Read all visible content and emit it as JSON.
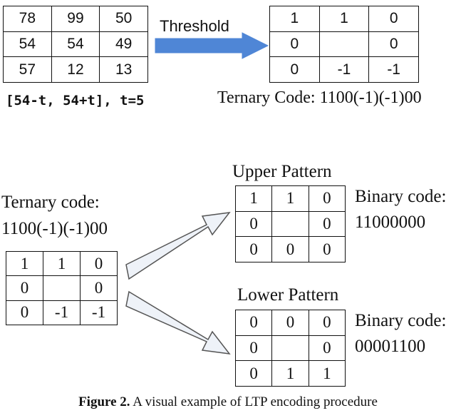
{
  "top": {
    "input_grid": [
      [
        "78",
        "99",
        "50"
      ],
      [
        "54",
        "54",
        "49"
      ],
      [
        "57",
        "12",
        "13"
      ]
    ],
    "threshold_label": "Threshold",
    "range_note": "[54-t, 54+t], t=5",
    "output_grid": [
      [
        "1",
        "1",
        "0"
      ],
      [
        "0",
        "",
        "0"
      ],
      [
        "0",
        "-1",
        "-1"
      ]
    ],
    "ternary_code_line": "Ternary Code: 1100(-1)(-1)00"
  },
  "bottom": {
    "ternary_label_line1": "Ternary code:",
    "ternary_label_line2": "1100(-1)(-1)00",
    "ternary_grid": [
      [
        "1",
        "1",
        "0"
      ],
      [
        "0",
        "",
        "0"
      ],
      [
        "0",
        "-1",
        "-1"
      ]
    ],
    "upper": {
      "title": "Upper Pattern",
      "grid": [
        [
          "1",
          "1",
          "0"
        ],
        [
          "0",
          "",
          "0"
        ],
        [
          "0",
          "0",
          "0"
        ]
      ],
      "binary_label": "Binary code:",
      "binary_value": "11000000"
    },
    "lower": {
      "title": "Lower Pattern",
      "grid": [
        [
          "0",
          "0",
          "0"
        ],
        [
          "0",
          "",
          "0"
        ],
        [
          "0",
          "1",
          "1"
        ]
      ],
      "binary_label": "Binary code:",
      "binary_value": "00001100"
    }
  },
  "caption": {
    "label": "Figure 2.",
    "text": " A visual example of LTP encoding procedure"
  },
  "colors": {
    "threshold_arrow": "#4f86d6",
    "arrow_fill": "#eef2f8",
    "arrow_stroke": "#555555"
  }
}
